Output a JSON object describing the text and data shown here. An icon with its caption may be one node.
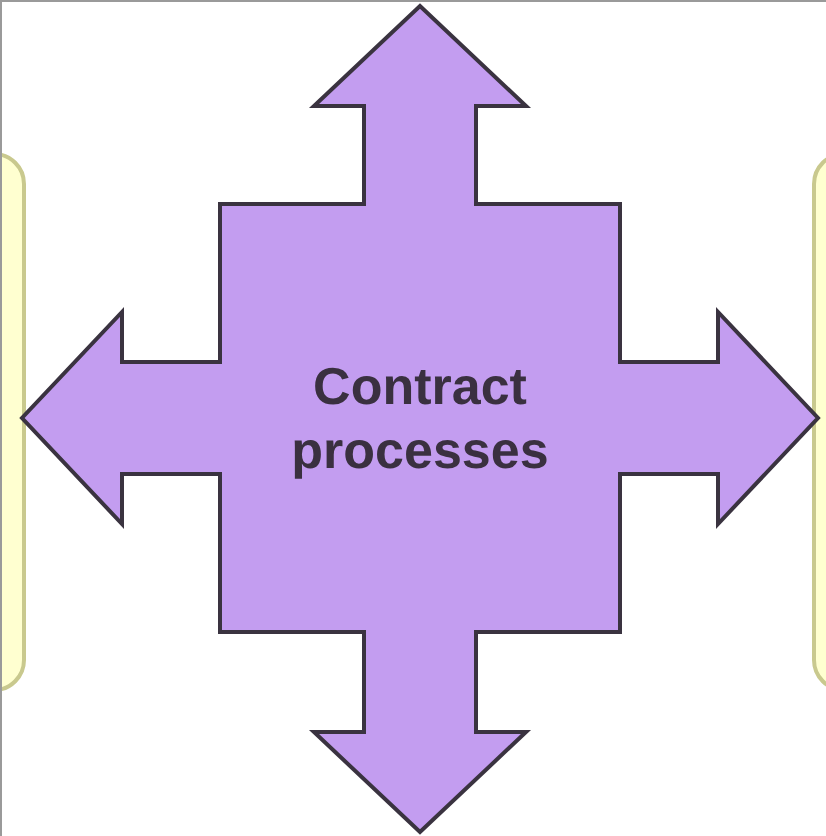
{
  "diagram": {
    "nodes": [
      {
        "text": [
          "Contract processes"
        ]
      },
      {
        "text": [],
        "shape": "box"
      },
      {
        "text": [],
        "shape": "box"
      }
    ],
    "edges": [
      {
        "from": 0,
        "to": null,
        "arrow": "to"
      },
      {
        "from": 0,
        "to": 1,
        "arrow": "to"
      },
      {
        "from": 0,
        "to": 2,
        "arrow": "to"
      },
      {
        "from": 0,
        "to": null,
        "arrow": "to"
      }
    ]
  }
}
